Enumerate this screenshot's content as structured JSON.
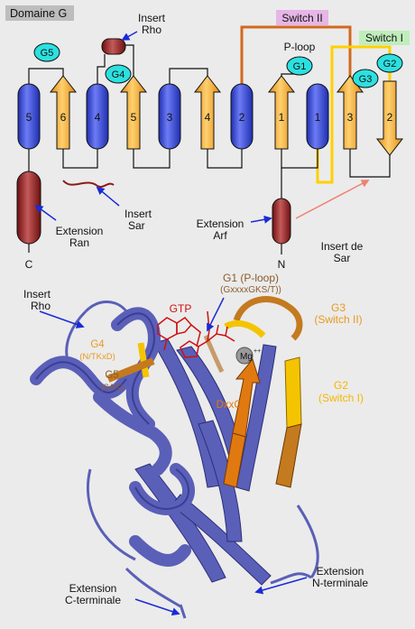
{
  "title": "Domaine G",
  "labels": {
    "switch2": "Switch II",
    "switch1": "Switch I",
    "ploop": "P-loop",
    "insert_rho_top_1": "Insert",
    "insert_rho_top_2": "Rho",
    "insert_sar_1": "Insert",
    "insert_sar_2": "Sar",
    "ext_ran_1": "Extension",
    "ext_ran_2": "Ran",
    "ext_arf_1": "Extension",
    "ext_arf_2": "Arf",
    "insert_de_sar_1": "Insert de",
    "insert_de_sar_2": "Sar",
    "c_term": "C",
    "n_term": "N"
  },
  "g_tags": {
    "g5": "G5",
    "g4": "G4",
    "g1": "G1",
    "g3": "G3",
    "g2": "G2"
  },
  "elements": {
    "helix5": "5",
    "strand6": "6",
    "helix4": "4",
    "strand5": "5",
    "helix3": "3",
    "strand4": "4",
    "helix2": "2",
    "strand1": "1",
    "helix1": "1",
    "strand3": "3",
    "strand2": "2"
  },
  "structure": {
    "insert_rho_1": "Insert",
    "insert_rho_2": "Rho",
    "g1_1": "G1 (P-loop)",
    "g1_2": "(GxxxxGKS/T))",
    "gtp": "GTP",
    "mg": "Mg",
    "mg_sup": "++",
    "g4_1": "G4",
    "g4_2": "(N/TKxD)",
    "g5_1": "G5",
    "g5_2": "(SAK)",
    "dxxg": "DxxG",
    "g3_1": "G3",
    "g3_2": "(Switch II)",
    "g2_1": "G2",
    "g2_2": "(Switch I)",
    "ext_n_1": "Extension",
    "ext_n_2": "N-terminale",
    "ext_c_1": "Extension",
    "ext_c_2": "C-terminale"
  },
  "colors": {
    "helix_blue": "#3346d8",
    "strand_orange": "#f5a623",
    "insert_red": "#8b1a1a",
    "tag_cyan": "#2de0e0",
    "switch2_line": "#d2691e",
    "switch1_line": "#ffd000",
    "ribbon_blue": "#5a5fb8",
    "gtp_red": "#cc1111"
  }
}
